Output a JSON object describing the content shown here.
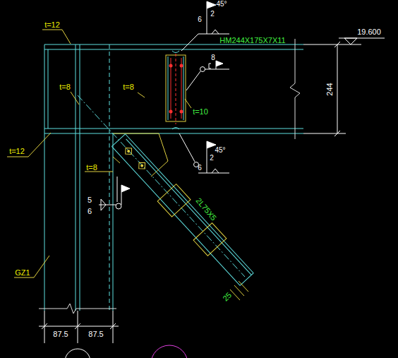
{
  "diagram": {
    "labels": [
      "t=12",
      "45°",
      "2",
      "6",
      "HM244X175X7X11",
      "19.600",
      "8",
      "t=8",
      "t=8",
      "t=10",
      "244",
      "t=12",
      "45°",
      "2",
      "6",
      "t=8",
      "5",
      "6",
      "2L75X5",
      "GZ1",
      "25",
      "87.5",
      "87.5"
    ]
  }
}
